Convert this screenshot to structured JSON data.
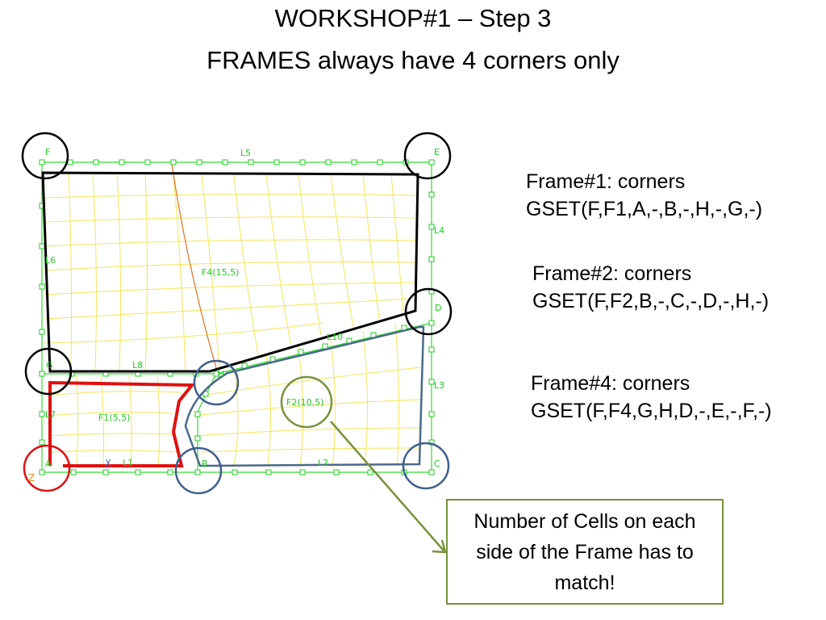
{
  "title": {
    "line1": "WORKSHOP#1 – Step 3",
    "line2": "FRAMES always have 4 corners only"
  },
  "frames": [
    {
      "heading": "Frame#1: corners",
      "gset": "GSET(F,F1,A,-,B,-,H,-,G,-)"
    },
    {
      "heading": "Frame#2: corners",
      "gset": "GSET(F,F2,B,-,C,-,D,-,H,-)"
    },
    {
      "heading": "Frame#4: corners",
      "gset": "GSET(F,F4,G,H,D,-,E,-,F,-)"
    }
  ],
  "callout": {
    "text": "Number of Cells on each side of the Frame has to match!"
  },
  "diagram": {
    "corner_labels": [
      "F",
      "E",
      "D",
      "C",
      "B",
      "A",
      "G",
      "H"
    ],
    "line_labels": [
      "L5",
      "L4",
      "L3",
      "L2",
      "L1",
      "L7",
      "L6",
      "L8",
      "L10"
    ],
    "frame_labels": [
      "F4(15,5)",
      "F2(10,5)",
      "F1(5,5)"
    ],
    "axis_labels": {
      "x": "X",
      "z": "Z"
    },
    "colors": {
      "mesh": "#f2e65a",
      "grid_line": "#33dd33",
      "frame1": "#e01010",
      "frame2": "#4a6a8a",
      "frame4": "#000000",
      "callout_border": "#77933C",
      "circle_red": "#e01010",
      "circle_blue": "#3f5f8f"
    }
  }
}
